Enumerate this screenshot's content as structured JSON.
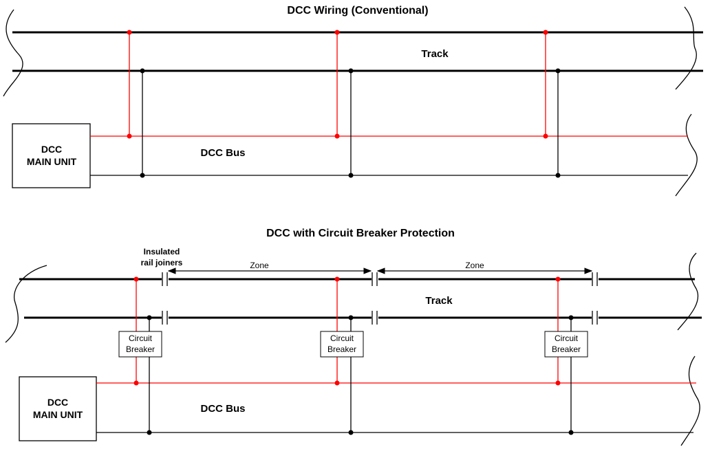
{
  "top": {
    "title": "DCC Wiring (Conventional)",
    "track_label": "Track",
    "bus_label": "DCC Bus",
    "main_unit": [
      "DCC",
      "MAIN UNIT"
    ]
  },
  "bottom": {
    "title": "DCC with Circuit Breaker Protection",
    "track_label": "Track",
    "bus_label": "DCC Bus",
    "main_unit": [
      "DCC",
      "MAIN UNIT"
    ],
    "joiner_label": [
      "Insulated",
      "rail joiners"
    ],
    "zone_labels": [
      "Zone",
      "Zone"
    ],
    "breakers": [
      [
        "Circuit",
        "Breaker"
      ],
      [
        "Circuit",
        "Breaker"
      ],
      [
        "Circuit",
        "Breaker"
      ]
    ]
  },
  "colors": {
    "feeder": "#ff0000",
    "common": "#000000",
    "background": "#ffffff"
  }
}
